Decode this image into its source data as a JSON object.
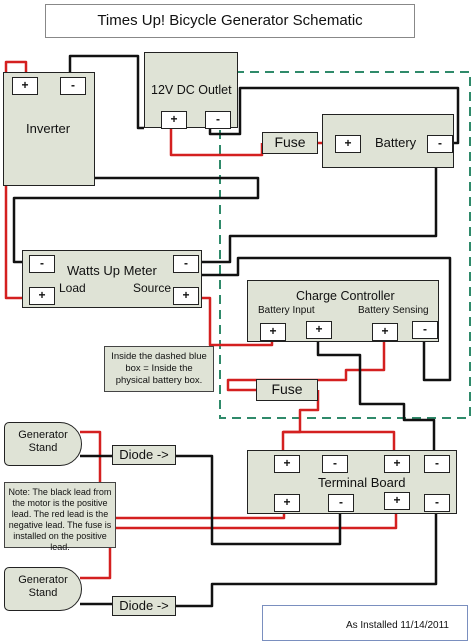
{
  "title": "Times Up! Bicycle Generator Schematic",
  "inverter": {
    "label": "Inverter",
    "plus": "+",
    "minus": "-"
  },
  "outlet": {
    "label": "12V DC Outlet",
    "plus": "+",
    "minus": "-"
  },
  "battery": {
    "label": "Battery",
    "plus": "+",
    "minus": "-"
  },
  "fuse_top": "Fuse",
  "fuse_mid": "Fuse",
  "meter": {
    "label": "Watts Up Meter",
    "load": "Load",
    "source": "Source",
    "minus": "-",
    "plus": "+"
  },
  "charge_controller": {
    "label": "Charge Controller",
    "battery_input": "Battery Input",
    "battery_sensing": "Battery Sensing",
    "plus": "+",
    "minus": "-"
  },
  "dashed_note": "Inside the dashed blue box = Inside the physical battery box.",
  "generator1": "Generator Stand",
  "generator2": "Generator Stand",
  "diode1": "Diode ->",
  "diode2": "Diode ->",
  "terminal_board": {
    "label": "Terminal Board",
    "plus": "+",
    "minus": "-"
  },
  "lead_note": "Note:  The black lead from the motor is the positive lead. The red lead is the negative lead.  The fuse is installed on the positive lead.",
  "footer": "As Installed 11/14/2011",
  "colors": {
    "red_wire": "#d42020",
    "black_wire": "#111111",
    "dashed_box": "#2f8a6a",
    "component_fill": "#dfe3d6"
  }
}
